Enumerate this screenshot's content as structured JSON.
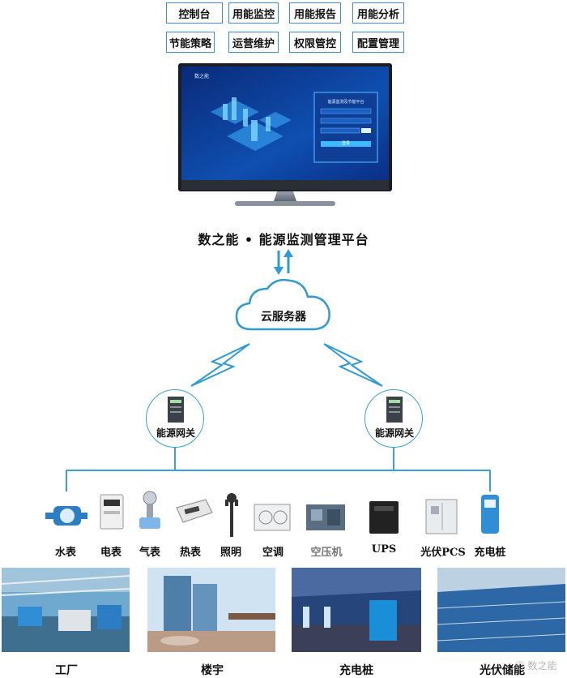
{
  "modules": [
    "控制台",
    "用能监控",
    "用能报告",
    "用能分析",
    "节能策略",
    "运营维护",
    "权限管控",
    "配置管理"
  ],
  "monitor": {
    "brand": "数之能",
    "login_title": "能源监测及节能平台",
    "login_button": "登录"
  },
  "platform_title": "数之能 • 能源监测管理平台",
  "cloud_label": "云服务器",
  "gateway_label": "能源网关",
  "devices": [
    "水表",
    "电表",
    "气表",
    "热表",
    "照明",
    "空调",
    "空压机",
    "UPS",
    "光伏PCS",
    "充电桩"
  ],
  "scenes": [
    "工厂",
    "楼宇",
    "充电桩",
    "光伏储能"
  ],
  "watermark": "数之能",
  "colors": {
    "accent": "#2e9ad6",
    "line": "#3aa0d8",
    "screen_bg": "#0b3a8c"
  }
}
